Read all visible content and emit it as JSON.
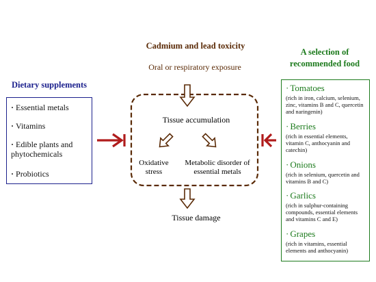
{
  "title": "Cadmium and lead toxicity",
  "exposure": "Oral or respiratory exposure",
  "tissue_accumulation": "Tissue accumulation",
  "oxidative_stress": "Oxidative stress",
  "metabolic_disorder": "Metabolic disorder of essential metals",
  "tissue_damage": "Tissue damage",
  "supplements": {
    "title": "Dietary supplements",
    "items": [
      "Essential metals",
      "Vitamins",
      "Edible plants and phytochemicals",
      "Probiotics"
    ]
  },
  "foods": {
    "title": "A selection of recommended food",
    "items": [
      {
        "name": "Tomatoes",
        "desc": "(rich in iron, calcium, selenium, zinc, vitamins B and C, quercetin and naringenin)"
      },
      {
        "name": "Berries",
        "desc": "(rich in essential elements, vitamin C, anthocyanin and catechin)"
      },
      {
        "name": "Onions",
        "desc": "(rich in selenium, quercetin and vitamins B and C)"
      },
      {
        "name": "Garlics",
        "desc": "(rich in sulphur-containing compounds, essential elements and vitamins C and E)"
      },
      {
        "name": "Grapes",
        "desc": "(rich in vitamins, essential elements and anthocyanin)"
      }
    ]
  },
  "colors": {
    "brown": "#5a2a06",
    "blue": "#1a1f8c",
    "green": "#1c7a1c",
    "red_arrow": "#b01c1c"
  }
}
